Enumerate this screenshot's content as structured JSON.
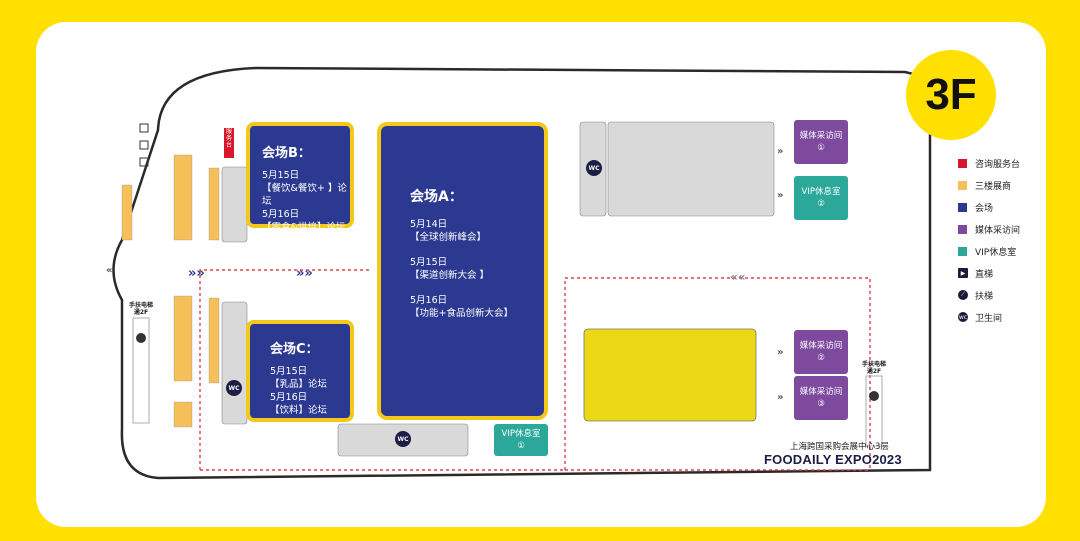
{
  "floor": "3F",
  "colors": {
    "background": "#FFE000",
    "venue": "#2B3990",
    "venue_border": "#F2C81B",
    "exhibitor": "#F5C05A",
    "media": "#7E4A9E",
    "vip": "#2BA89A",
    "service": "#D7182A",
    "feature": "#EBD915",
    "gray": "#D9D9D9"
  },
  "venue_a": {
    "title": "会场A：",
    "lines": [
      "5月14日",
      "【全球创新峰会】",
      "5月15日",
      "【渠道创新大会 】",
      "5月16日",
      "【功能+食品创新大会】"
    ]
  },
  "venue_b": {
    "title": "会场B：",
    "lines": [
      "5月15日",
      "【餐饮&餐饮+ 】论坛",
      "5月16日",
      "【零食&烘焙】论坛"
    ]
  },
  "venue_c": {
    "title": "会场C：",
    "lines": [
      "5月15日",
      "【乳品】论坛",
      "5月16日",
      "【饮料】论坛"
    ]
  },
  "service_desk": "服务台",
  "wc_label": "WC",
  "media_rooms": [
    {
      "name": "媒体采访间",
      "num": "①"
    },
    {
      "name": "媒体采访间",
      "num": "②"
    },
    {
      "name": "媒体采访间",
      "num": "③"
    }
  ],
  "vip_rooms": [
    {
      "name": "VIP休息室",
      "num": "②"
    },
    {
      "name": "VIP休息室",
      "num": "①"
    }
  ],
  "escalator_left": {
    "line1": "手扶电梯",
    "line2": "通2F"
  },
  "escalator_right": {
    "line1": "手扶电梯",
    "line2": "通2F"
  },
  "venue_name": "上海跨国采购会展中心3层",
  "event_name": "FOODAILY EXPO2023",
  "legend": [
    {
      "label": "咨询服务台",
      "kind": "swatch",
      "color": "#D7182A"
    },
    {
      "label": "三楼展商",
      "kind": "swatch",
      "color": "#F5C05A"
    },
    {
      "label": "会场",
      "kind": "swatch",
      "color": "#2B3990"
    },
    {
      "label": "媒体采访间",
      "kind": "swatch",
      "color": "#7E4A9E"
    },
    {
      "label": "VIP休息室",
      "kind": "swatch",
      "color": "#2BA89A"
    },
    {
      "label": "直梯",
      "kind": "icon",
      "icon": "elevator-icon"
    },
    {
      "label": "扶梯",
      "kind": "icon",
      "icon": "escalator-icon"
    },
    {
      "label": "卫生间",
      "kind": "icon",
      "icon": "restroom-icon"
    }
  ]
}
